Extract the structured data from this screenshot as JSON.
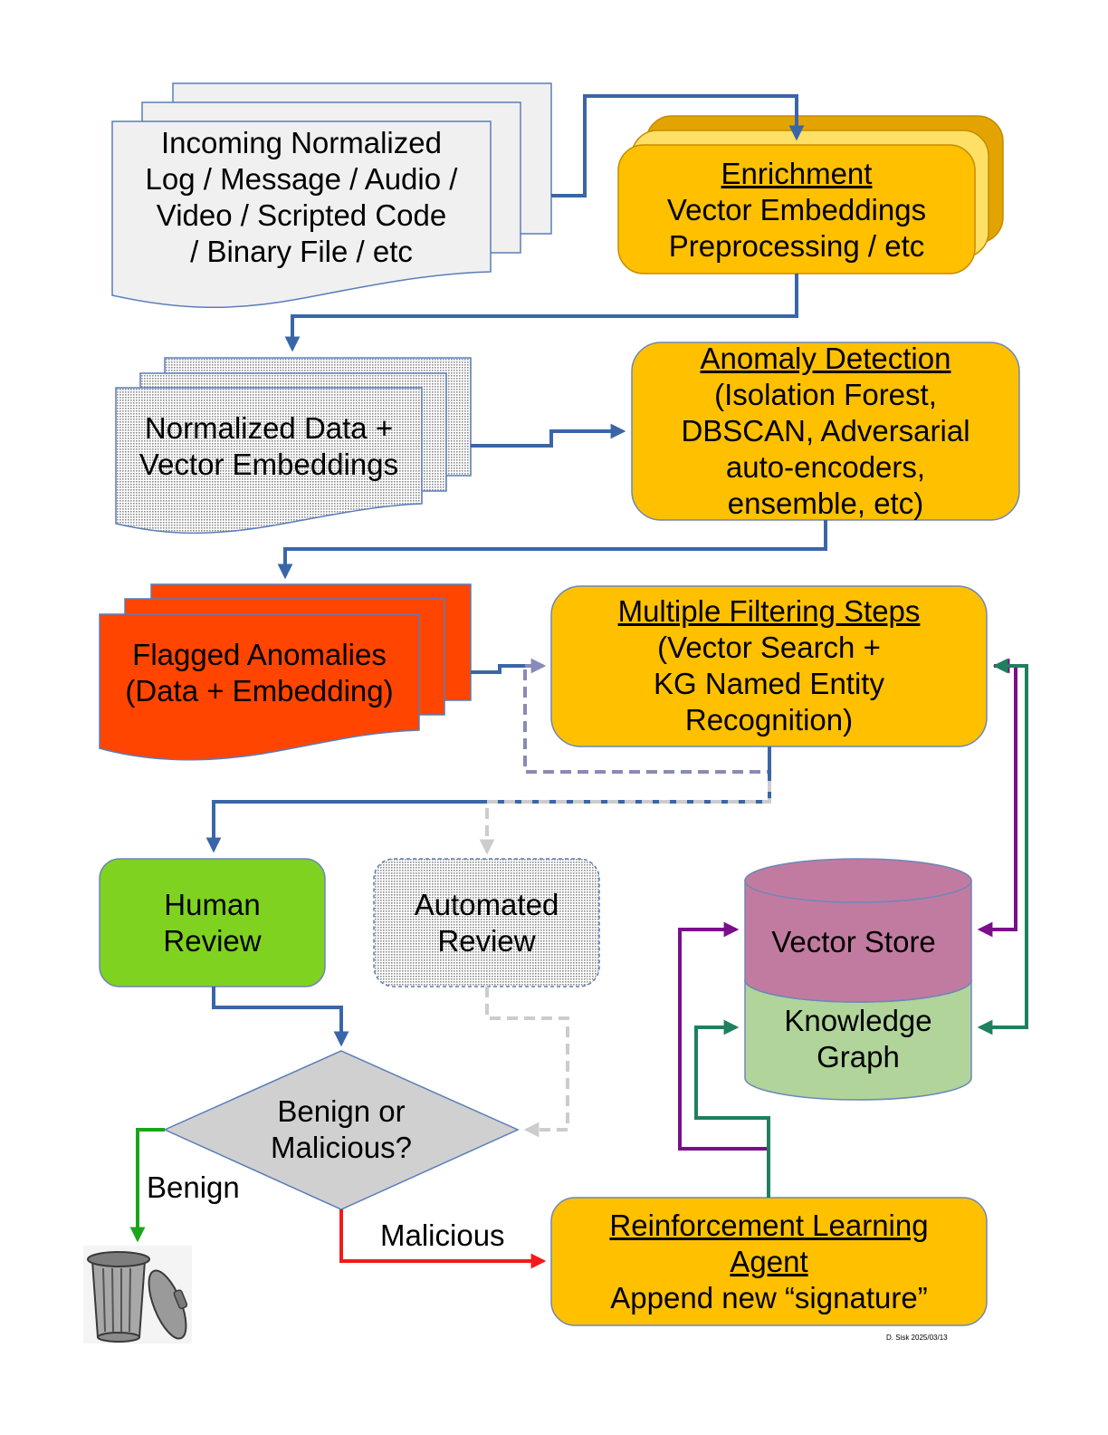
{
  "nodes": {
    "incoming": {
      "lines": [
        "Incoming Normalized",
        "Log / Message / Audio /",
        "Video / Scripted Code",
        "/ Binary File / etc"
      ]
    },
    "enrichment": {
      "title": "Enrichment",
      "lines": [
        "Vector Embeddings",
        "Preprocessing / etc"
      ]
    },
    "normalized": {
      "lines": [
        "Normalized Data +",
        "Vector Embeddings"
      ]
    },
    "anomaly_detection": {
      "title": "Anomaly Detection",
      "lines": [
        "(Isolation Forest,",
        "DBSCAN, Adversarial",
        "auto-encoders,",
        "ensemble, etc)"
      ]
    },
    "flagged": {
      "lines": [
        "Flagged Anomalies",
        "(Data + Embedding)"
      ]
    },
    "filtering": {
      "title": "Multiple Filtering Steps",
      "lines": [
        "(Vector Search +",
        "KG Named Entity",
        "Recognition)"
      ]
    },
    "human_review": {
      "lines": [
        "Human",
        "Review"
      ]
    },
    "automated_review": {
      "lines": [
        "Automated",
        "Review"
      ]
    },
    "vector_store": {
      "label": "Vector Store"
    },
    "knowledge_graph": {
      "lines": [
        "Knowledge",
        "Graph"
      ]
    },
    "decision": {
      "lines": [
        "Benign or",
        "Malicious?"
      ]
    },
    "rl_agent": {
      "title_lines": [
        "Reinforcement Learning",
        "Agent"
      ],
      "lines": [
        "Append new “signature”"
      ]
    }
  },
  "edge_labels": {
    "benign": "Benign",
    "malicious": "Malicious"
  },
  "credit": "D. Sisk  2025/03/13",
  "icons": {
    "trash": "trash-can-icon"
  },
  "colors": {
    "blue_flow": "#3A66A8",
    "purple_link": "#7B0F8A",
    "green_link": "#1F8060",
    "benign_arrow": "#1AA61A",
    "malicious_arrow": "#F21A1A",
    "orange_process": "#FFC000",
    "flagged_red": "#FF4500",
    "human_green": "#7FD320",
    "vector_store_mauve": "#C27BA0",
    "knowledge_graph_green": "#B0D49A"
  }
}
